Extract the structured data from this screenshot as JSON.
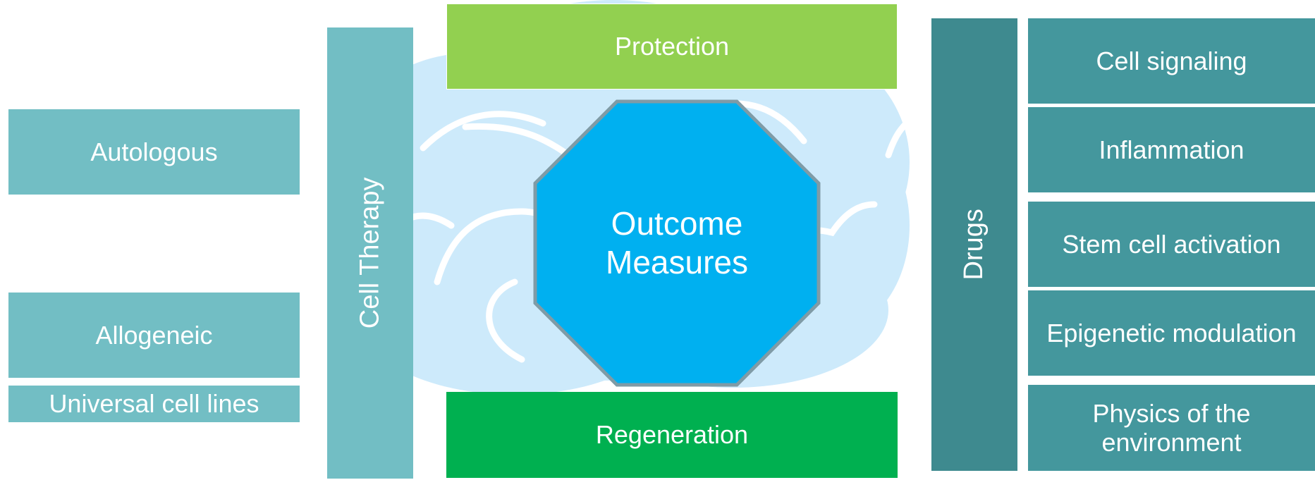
{
  "left": {
    "autologous": "Autologous",
    "allogeneic": "Allogeneic",
    "universal": "Universal cell lines"
  },
  "cell_therapy": "Cell Therapy",
  "center": {
    "protection": "Protection",
    "outcome_line1": "Outcome",
    "outcome_line2": "Measures",
    "regeneration": "Regeneration"
  },
  "drugs": "Drugs",
  "right": {
    "items": [
      "Cell signaling",
      "Inflammation",
      "Stem cell activation",
      "Epigenetic modulation",
      "Physics of the environment"
    ]
  },
  "colors": {
    "left_box": "#72bec4",
    "right_box": "#44979d",
    "drugs_bar": "#3e8a8f",
    "protection": "#92d050",
    "regeneration": "#00b050",
    "octagon": "#00b0f0",
    "octagon_border": "#7f9ba6",
    "brain_bg": "#cdeafb"
  }
}
